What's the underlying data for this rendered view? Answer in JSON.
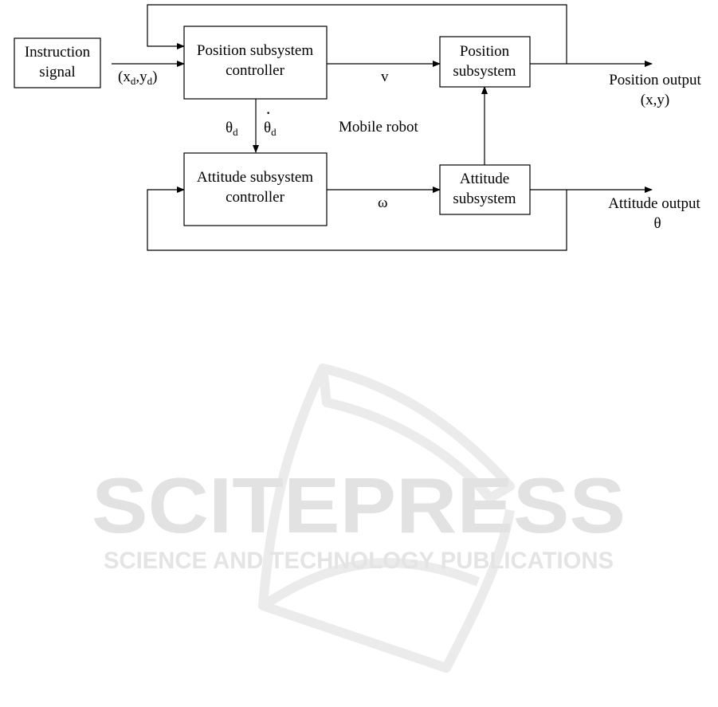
{
  "blocks": {
    "instruction": {
      "line1": "Instruction",
      "line2": "signal"
    },
    "position_controller": {
      "line1": "Position subsystem",
      "line2": "controller"
    },
    "position_subsystem": {
      "line1": "Position",
      "line2": "subsystem"
    },
    "attitude_controller": {
      "line1": "Attitude subsystem",
      "line2": "controller"
    },
    "attitude_subsystem": {
      "line1": "Attitude",
      "line2": "subsystem"
    }
  },
  "signals": {
    "reference": {
      "open": "(x",
      "sub1": "d",
      "mid": ",y",
      "sub2": "d",
      "close": ")"
    },
    "velocity": "v",
    "angular_velocity": "ω",
    "theta_d": {
      "base": "θ",
      "sub": "d"
    },
    "theta_dot_d": {
      "base": "θ",
      "dot": "·",
      "sub": "d"
    }
  },
  "center_label": "Mobile robot",
  "outputs": {
    "position": {
      "line1": "Position output",
      "line2": "(x,y)"
    },
    "attitude": {
      "line1": "Attitude output",
      "line2": "θ"
    }
  },
  "watermark": {
    "brand": "SCITEPRESS",
    "tagline": "SCIENCE AND TECHNOLOGY PUBLICATIONS"
  }
}
